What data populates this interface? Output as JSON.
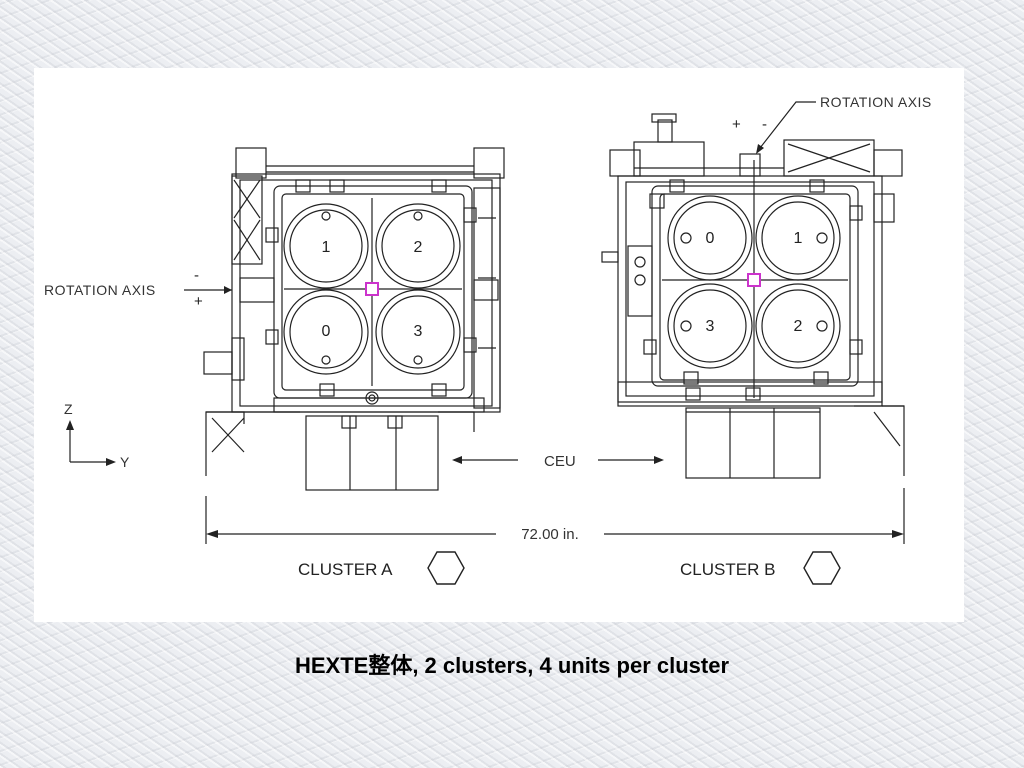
{
  "diagram": {
    "cluster_a": {
      "label": "CLUSTER A",
      "units": [
        "1",
        "2",
        "0",
        "3"
      ],
      "rotation_axis_label": "ROTATION AXIS",
      "minus_sign": "-",
      "plus_sign": "+"
    },
    "cluster_b": {
      "label": "CLUSTER B",
      "units": [
        "0",
        "1",
        "3",
        "2"
      ],
      "rotation_axis_label": "ROTATION AXIS",
      "plus_sign": "+",
      "minus_sign": "-"
    },
    "axes": {
      "z_label": "Z",
      "y_label": "Y"
    },
    "ceu_label": "CEU",
    "dimension_label": "72.00 in.",
    "line_color": "#222222",
    "axis_marker_color": "#cc33cc"
  },
  "caption": "HEXTE整体, 2 clusters, 4 units per cluster"
}
